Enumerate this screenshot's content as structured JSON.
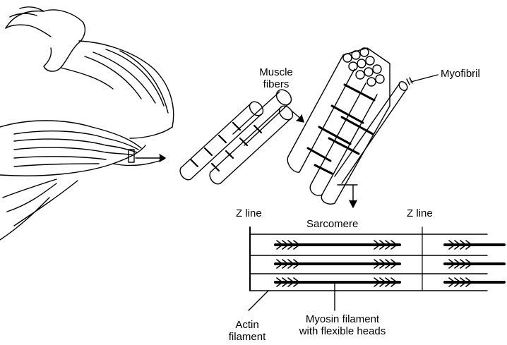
{
  "labels": {
    "muscle_fibers_line1": "Muscle",
    "muscle_fibers_line2": "fibers",
    "myofibril": "Myofibril",
    "z_line_left": "Z line",
    "sarcomere": "Sarcomere",
    "z_line_right": "Z line",
    "actin_line1": "Actin",
    "actin_line2": "filament",
    "myosin_line1": "Myosin filament",
    "myosin_line2": "with flexible heads"
  },
  "colors": {
    "ink": "#000000",
    "paper": "#ffffff"
  }
}
